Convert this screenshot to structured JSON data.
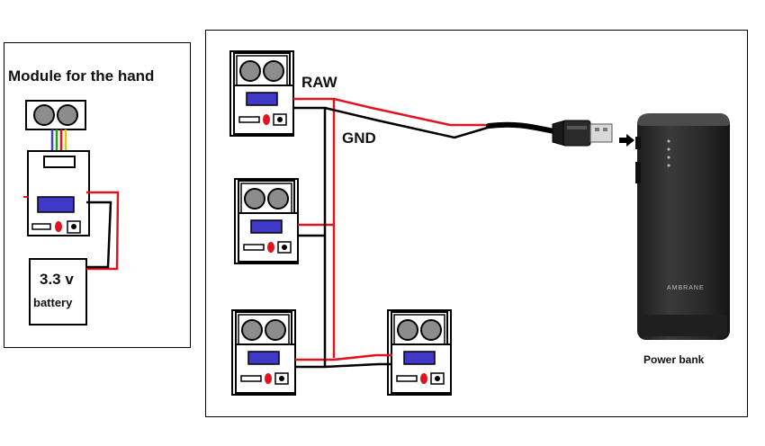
{
  "left_panel": {
    "title": "Module for the hand",
    "battery": {
      "voltage": "3.3 v",
      "label": "battery"
    }
  },
  "right_panel": {
    "wire_labels": {
      "raw": "RAW",
      "gnd": "GND"
    },
    "power_bank": {
      "caption": "Power bank",
      "brand": "AMBRANE"
    }
  },
  "colors": {
    "raw_wire": "#e0141e",
    "gnd_wire": "#000000",
    "display": "#3f39c8",
    "led": "#e0141e",
    "sensor_eye": "#8c8c8c",
    "power_bank_body": "#2e2e2e"
  },
  "icons": [
    "ultrasonic-sensor-icon",
    "usb-plug-icon",
    "arrow-icon",
    "power-bank-icon"
  ]
}
